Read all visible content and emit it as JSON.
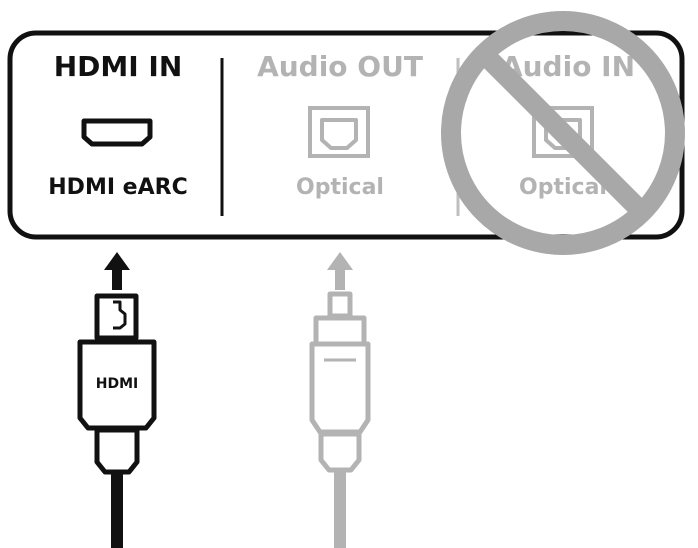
{
  "panel": {
    "ports": [
      {
        "heading": "HDMI IN",
        "connector_label": "HDMI eARC",
        "icon": "hdmi-port-icon",
        "state": "active"
      },
      {
        "heading": "Audio OUT",
        "connector_label": "Optical",
        "icon": "optical-port-icon",
        "state": "inactive"
      },
      {
        "heading": "Audio IN",
        "connector_label": "Optical",
        "icon": "optical-port-icon",
        "state": "not-allowed"
      }
    ]
  },
  "cables": {
    "hdmi": {
      "label": "HDMI",
      "icon": "hdmi-plug-icon"
    },
    "optical": {
      "icon": "optical-plug-icon"
    }
  },
  "colors": {
    "active": "#111111",
    "inactive": "#b3b3b3",
    "prohibition": "#a8a8a8"
  }
}
